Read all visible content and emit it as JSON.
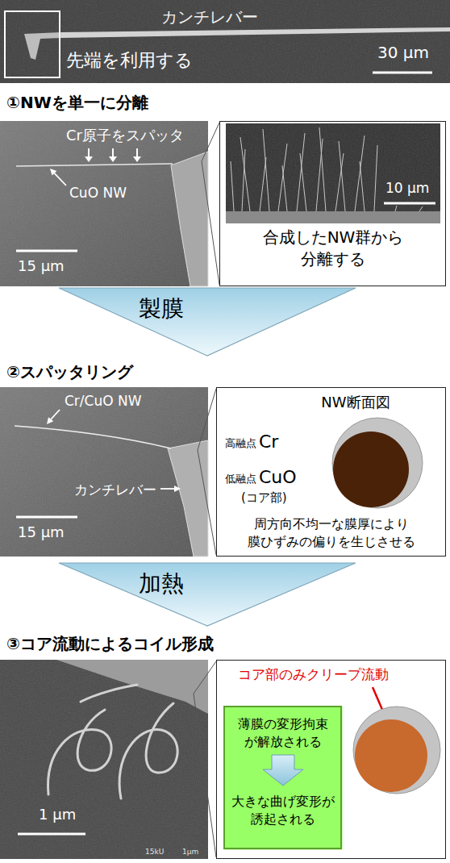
{
  "diagram": {
    "nodes": [
      {
        "text": [
          "合成したNW群から 分離する"
        ]
      },
      {
        "text": [
          "製膜"
        ]
      },
      {
        "text": [
          "NW断面図",
          "高融点",
          "Cr",
          "低融点",
          "CuO",
          "(コア部)",
          "周方向不均一な膜厚により 膜ひずみの偏りを生じさせる"
        ]
      },
      {
        "text": [
          "加熱"
        ]
      },
      {
        "text": [
          "コア部のみクリープ流動"
        ]
      },
      {
        "text": [
          "薄膜の変形拘束 が解放される",
          "大きな曲げ変形が 誘起される"
        ],
        "in": 4
      }
    ],
    "labels": [
      "カンチレバー",
      "先端を利用する",
      "30 μm",
      "①NWを単一に分離",
      "Cr原子をスパッタ",
      "CuO NW",
      "15 μm",
      "10 μm",
      "②スパッタリング",
      "Cr/CuO NW",
      "カンチレバー",
      "15 μm",
      "③コア流動によるコイル形成",
      "1 μm",
      "15kU",
      "1μm"
    ]
  }
}
